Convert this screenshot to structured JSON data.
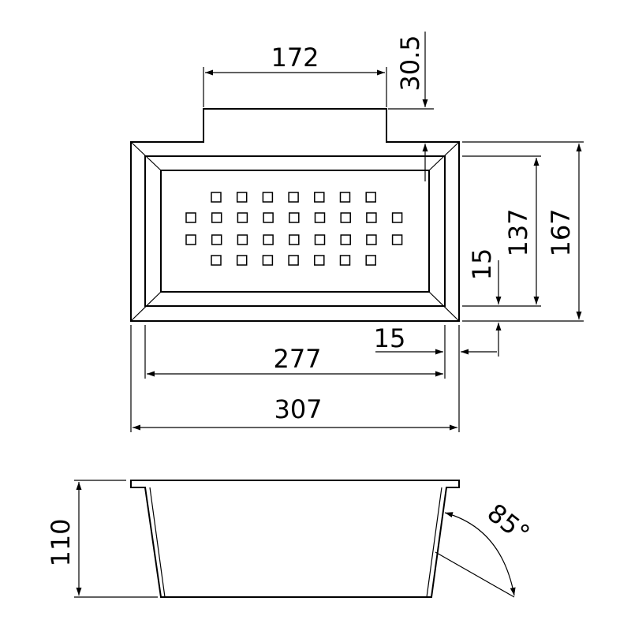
{
  "dimensions": {
    "top_width": "172",
    "top_offset": "30.5",
    "inner_width": "277",
    "outer_width": "307",
    "rim": "15",
    "inner_height": "137",
    "outer_height": "167",
    "rim_side": "15",
    "depth": "110",
    "angle": "85°"
  },
  "holes": {
    "row1": 7,
    "row2": 9,
    "row3": 9,
    "row4": 7
  }
}
